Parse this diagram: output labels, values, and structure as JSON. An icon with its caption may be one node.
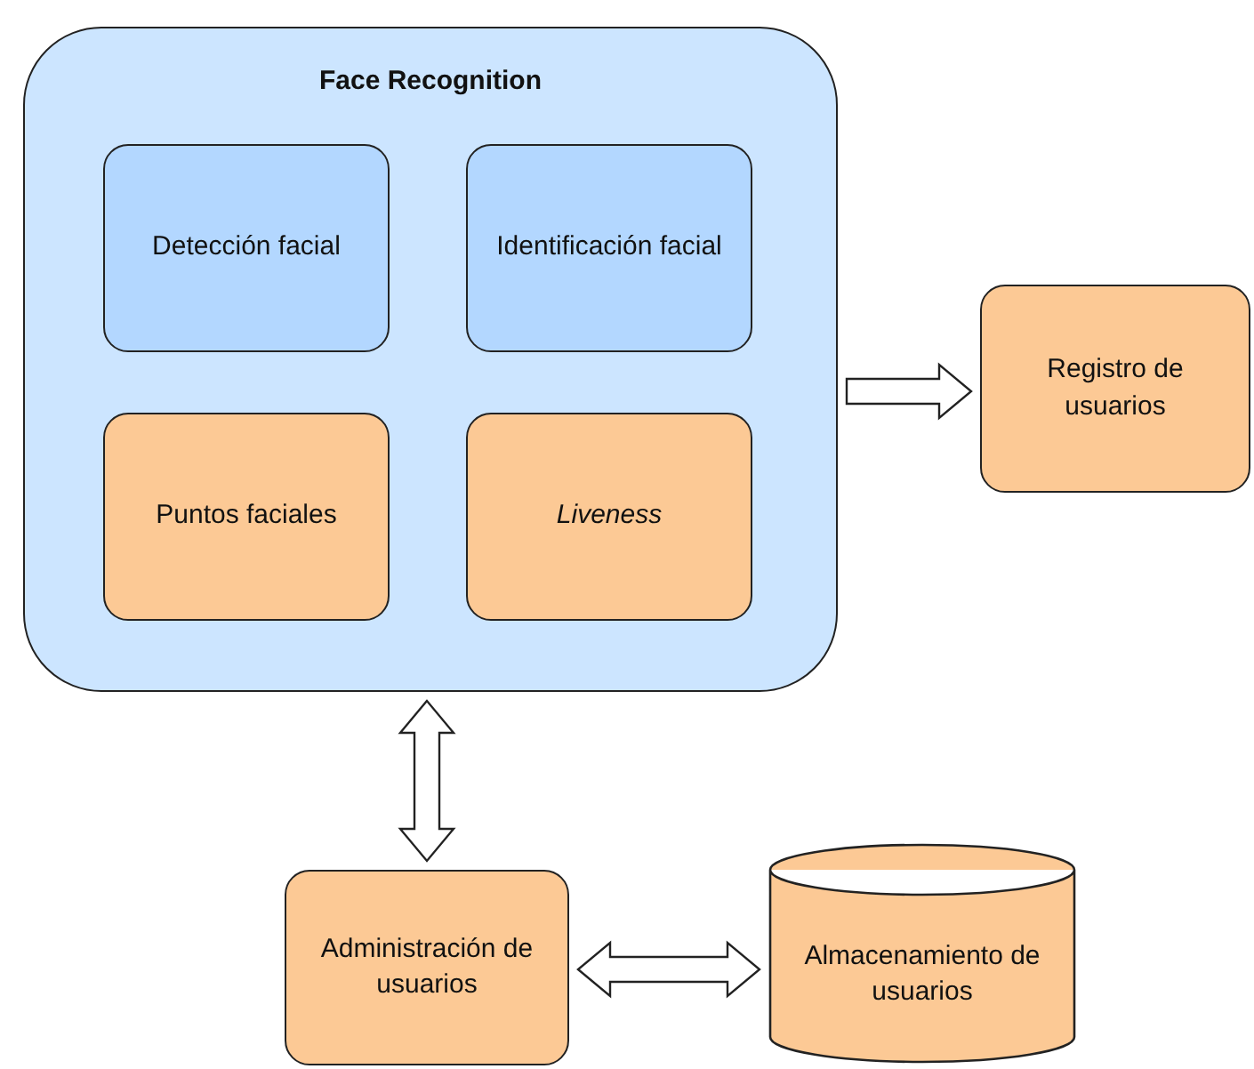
{
  "diagram": {
    "nodes": [
      {
        "text": [
          "Face Recognition"
        ]
      },
      {
        "text": [
          "Detección facial"
        ],
        "in": 0
      },
      {
        "text": [
          "Identificación facial"
        ],
        "in": 0
      },
      {
        "text": [
          "Puntos faciales"
        ],
        "in": 0
      },
      {
        "text": [
          "Liveness"
        ],
        "in": 0
      },
      {
        "text": [
          "Registro de usuarios"
        ]
      },
      {
        "text": [
          "Administración de usuarios"
        ]
      },
      {
        "text": [
          "Almacenamiento de usuarios"
        ]
      }
    ],
    "edges": [
      {
        "from": 0,
        "to": 5,
        "arrow": "to"
      },
      {
        "from": 0,
        "to": 6,
        "arrow": "both"
      },
      {
        "from": 6,
        "to": 7,
        "arrow": "both"
      }
    ]
  }
}
